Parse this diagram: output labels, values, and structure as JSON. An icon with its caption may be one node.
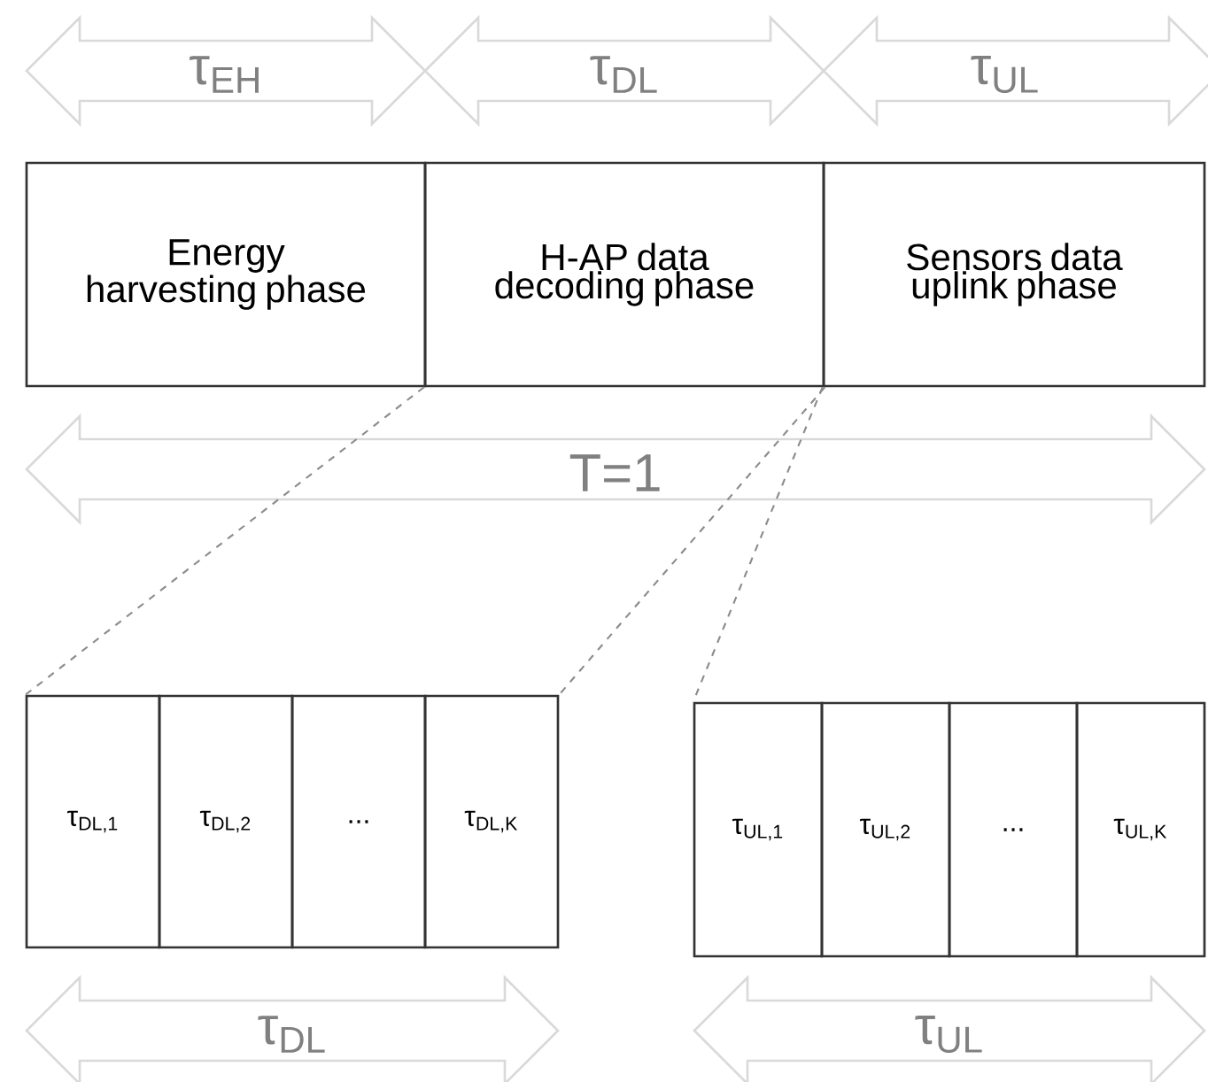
{
  "diagram": {
    "nodes": [
      {
        "text": [
          "Energy harvesting phase"
        ]
      },
      {
        "text": [
          "H-AP data decoding phase"
        ]
      },
      {
        "text": [
          "Sensors data uplink phase"
        ]
      },
      {
        "text": [
          "τ$_{DL,1}$"
        ]
      },
      {
        "text": [
          "τ$_{DL,2}$"
        ]
      },
      {
        "text": [
          "..."
        ]
      },
      {
        "text": [
          "τ$_{DL,K}$"
        ]
      },
      {
        "text": [
          "τ$_{UL,1}$"
        ]
      },
      {
        "text": [
          "τ$_{UL,2}$"
        ]
      },
      {
        "text": [
          "..."
        ]
      },
      {
        "text": [
          "τ$_{UL,K}$"
        ]
      }
    ],
    "edges": [
      {
        "from": 1,
        "to": 3,
        "arrow": "none",
        "style": "dashed",
        "color": "#8c8c8c"
      },
      {
        "from": 1,
        "to": 6,
        "arrow": "none",
        "style": "dashed",
        "color": "#8c8c8c"
      },
      {
        "from": 2,
        "to": 7,
        "arrow": "none",
        "style": "dashed",
        "color": "#8c8c8c"
      }
    ],
    "labels": [
      "τ$_{EH}$",
      "τ$_{DL}$",
      "τ$_{UL}$",
      "T=1",
      "τ$_{DL}$",
      "τ$_{UL}$"
    ]
  }
}
